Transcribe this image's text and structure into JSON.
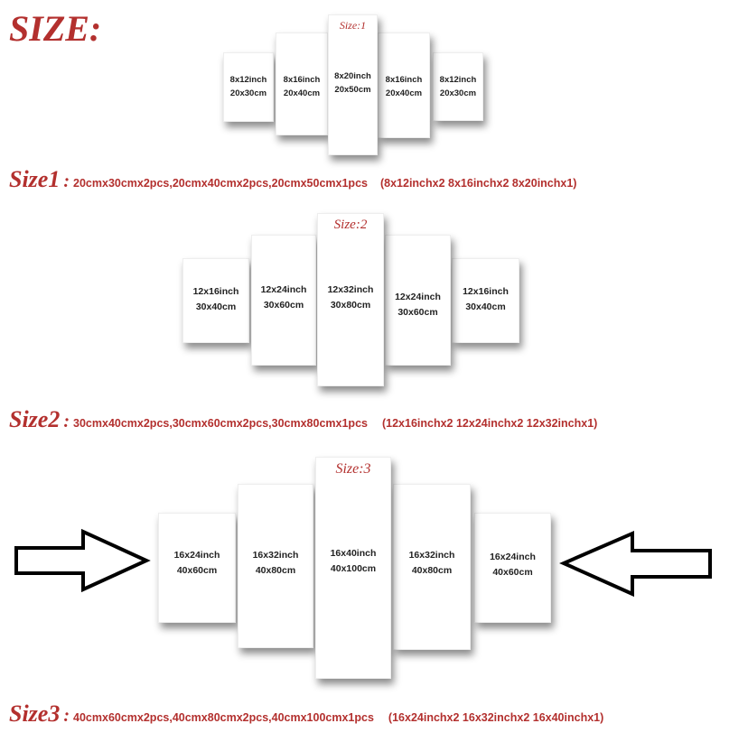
{
  "title": "SIZE:",
  "groups": [
    {
      "label": "Size:1",
      "prefix": "Size1",
      "colon": ":",
      "details": "20cmx30cmx2pcs,20cmx40cmx2pcs,20cmx50cmx1pcs",
      "inches": "(8x12inchx2 8x16inchx2 8x20inchx1)",
      "panels": [
        {
          "inch": "8x12inch",
          "cm": "20x30cm"
        },
        {
          "inch": "8x16inch",
          "cm": "20x40cm"
        },
        {
          "inch": "8x20inch",
          "cm": "20x50cm"
        },
        {
          "inch": "8x16inch",
          "cm": "20x40cm"
        },
        {
          "inch": "8x12inch",
          "cm": "20x30cm"
        }
      ]
    },
    {
      "label": "Size:2",
      "prefix": "Size2",
      "colon": ":",
      "details": "30cmx40cmx2pcs,30cmx60cmx2pcs,30cmx80cmx1pcs",
      "inches": "(12x16inchx2 12x24inchx2 12x32inchx1)",
      "panels": [
        {
          "inch": "12x16inch",
          "cm": "30x40cm"
        },
        {
          "inch": "12x24inch",
          "cm": "30x60cm"
        },
        {
          "inch": "12x32inch",
          "cm": "30x80cm"
        },
        {
          "inch": "12x24inch",
          "cm": "30x60cm"
        },
        {
          "inch": "12x16inch",
          "cm": "30x40cm"
        }
      ]
    },
    {
      "label": "Size:3",
      "prefix": "Size3",
      "colon": ":",
      "details": "40cmx60cmx2pcs,40cmx80cmx2pcs,40cmx100cmx1pcs",
      "inches": "(16x24inchx2 16x32inchx2 16x40inchx1)",
      "panels": [
        {
          "inch": "16x24inch",
          "cm": "40x60cm"
        },
        {
          "inch": "16x32inch",
          "cm": "40x80cm"
        },
        {
          "inch": "16x40inch",
          "cm": "40x100cm"
        },
        {
          "inch": "16x32inch",
          "cm": "40x80cm"
        },
        {
          "inch": "16x24inch",
          "cm": "40x60cm"
        }
      ]
    }
  ],
  "colors": {
    "accent": "#b3302e",
    "text": "#222222"
  }
}
